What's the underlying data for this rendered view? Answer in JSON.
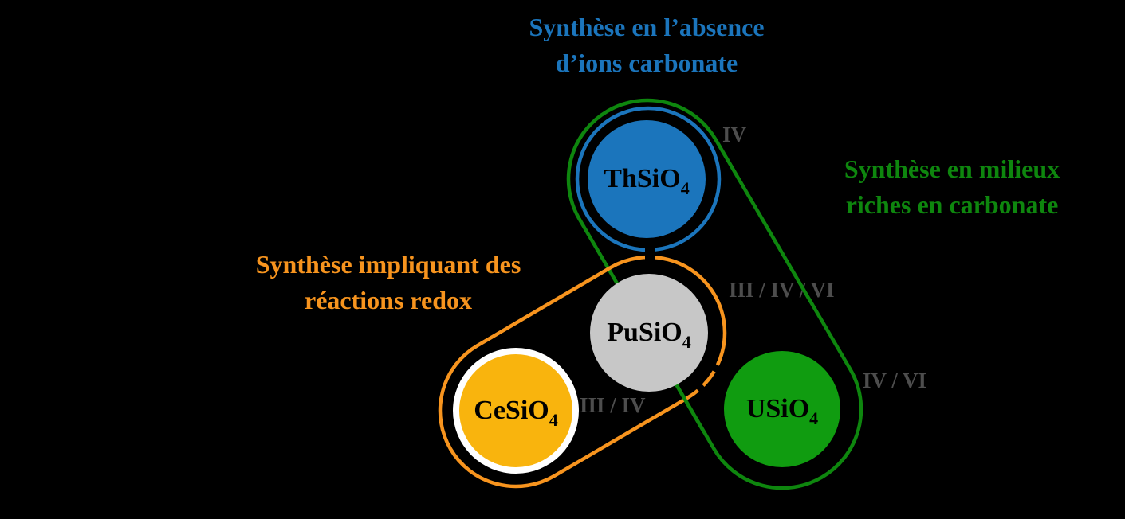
{
  "background": "#000000",
  "groups": [
    {
      "id": "synthesis-without-carbonate",
      "label_line1": "Synthèse en l’absence",
      "label_line2": "d’ions carbonate",
      "color": "#1B75BC"
    },
    {
      "id": "synthesis-carbonate-rich",
      "label_line1": "Synthèse en milieux",
      "label_line2": "riches en carbonate",
      "color": "#0E860E"
    },
    {
      "id": "synthesis-redox",
      "label_line1": "Synthèse impliquant des",
      "label_line2": "réactions redox",
      "color": "#F7941E"
    }
  ],
  "compounds": [
    {
      "formula": "ThSiO",
      "subscript": "4",
      "oxidation_states": "IV",
      "fill": "#1B75BC"
    },
    {
      "formula": "PuSiO",
      "subscript": "4",
      "oxidation_states": "III / IV / VI",
      "fill": "#C7C7C7"
    },
    {
      "formula": "CeSiO",
      "subscript": "4",
      "oxidation_states": "III / IV",
      "fill": "#F9B40D",
      "ring": "#FFFFFF"
    },
    {
      "formula": "USiO",
      "subscript": "4",
      "oxidation_states": "IV / VI",
      "fill": "#109C10"
    }
  ],
  "oxidation_label_color": "#4D4D4D",
  "formula_text_color": "#000000"
}
